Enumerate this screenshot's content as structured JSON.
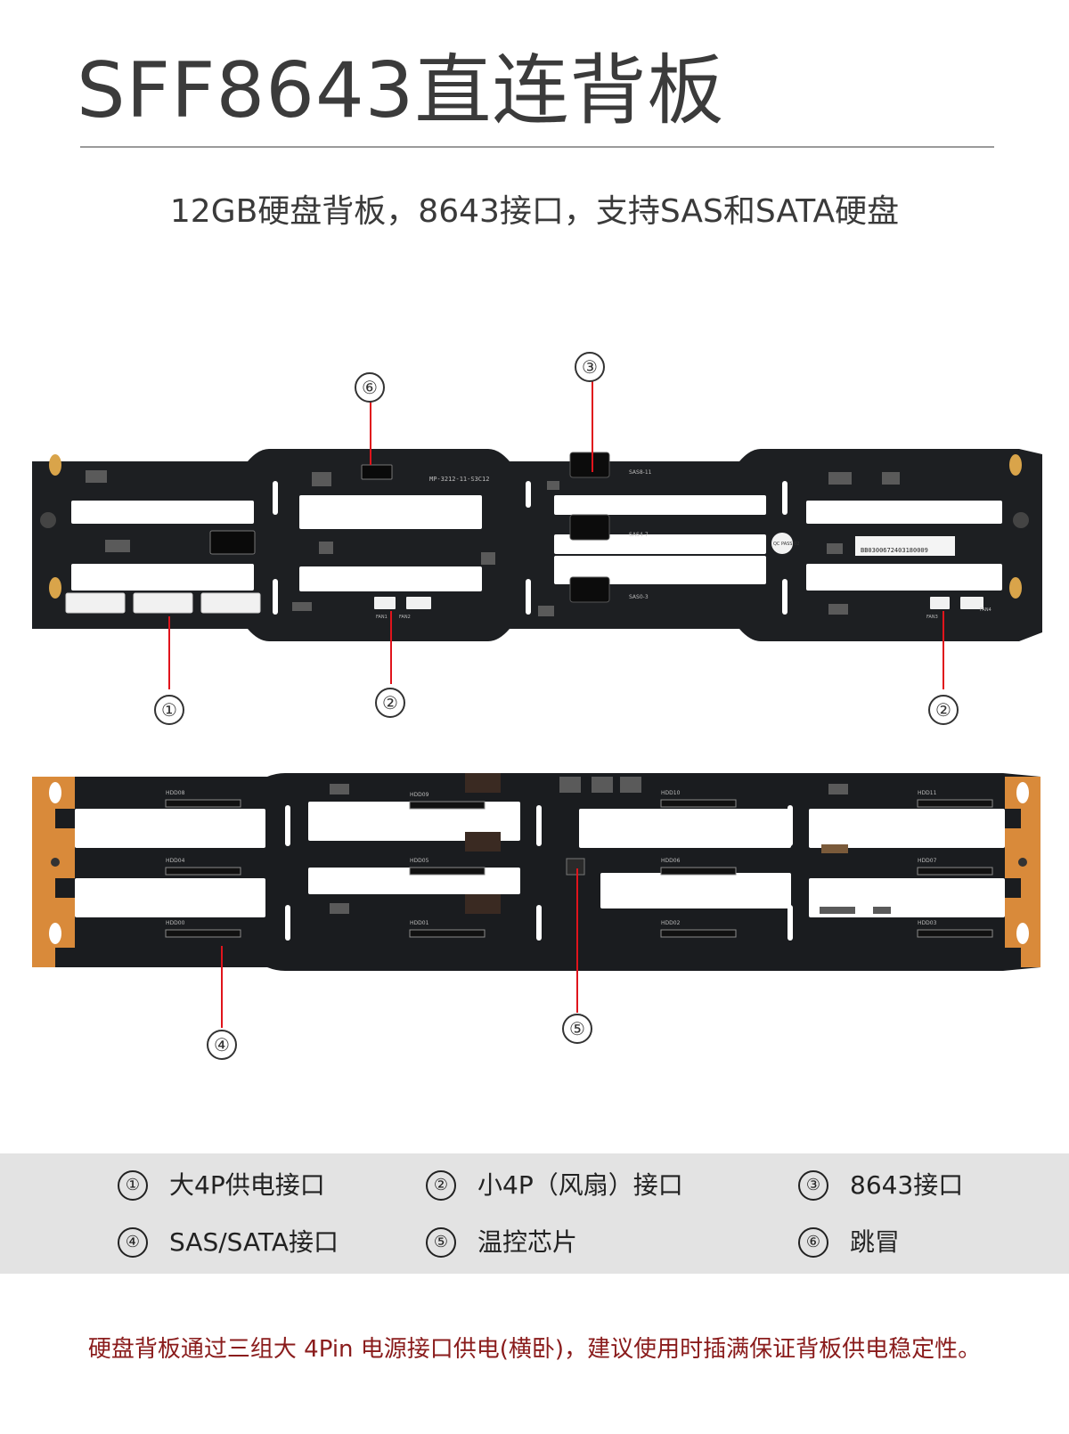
{
  "header": {
    "title": "SFF8643直连背板",
    "subtitle": "12GB硬盘背板，8643接口，支持SAS和SATA硬盘"
  },
  "markers": {
    "m1": "①",
    "m2": "②",
    "m3": "③",
    "m4": "④",
    "m5": "⑤",
    "m6": "⑥"
  },
  "board_front": {
    "model_label": "MP-3212-11-S3C12",
    "qc_label": "QC PASS 02",
    "serial_label": "BB0300672403180009",
    "sas_labels": [
      "SAS8-11",
      "SAS4-7",
      "SAS0-3"
    ],
    "fan_labels": [
      "FAN1",
      "FAN2",
      "FAN3",
      "FAN4"
    ]
  },
  "board_back": {
    "hdd_labels": [
      "HDD08",
      "HDD09",
      "HDD10",
      "HDD11",
      "HDD04",
      "HDD05",
      "HDD06",
      "HDD07",
      "HDD00",
      "HDD01",
      "HDD02",
      "HDD03"
    ]
  },
  "legend": {
    "items": [
      {
        "num": "①",
        "label": "大4P供电接口"
      },
      {
        "num": "②",
        "label": "小4P（风扇）接口"
      },
      {
        "num": "③",
        "label": "8643接口"
      },
      {
        "num": "④",
        "label": "SAS/SATA接口"
      },
      {
        "num": "⑤",
        "label": "温控芯片"
      },
      {
        "num": "⑥",
        "label": "跳冒"
      }
    ]
  },
  "note": "硬盘背板通过三组大 4Pin 电源接口供电(横卧)，建议使用时插满保证背板供电稳定性。",
  "colors": {
    "pcb": "#1d1f22",
    "copper": "#d98a3a",
    "leader": "#e0141c",
    "legend_bg": "#e3e3e3",
    "note_text": "#8a1c1c"
  }
}
